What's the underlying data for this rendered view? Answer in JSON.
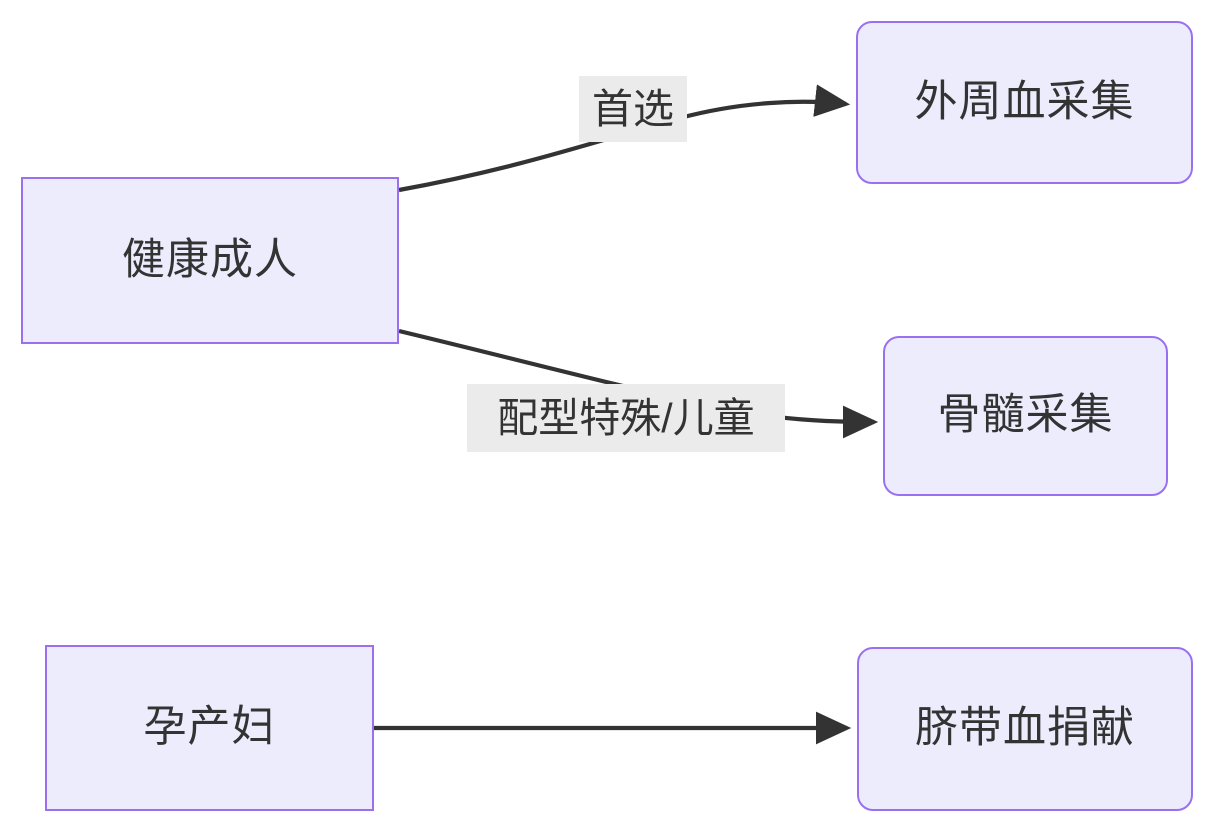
{
  "diagram": {
    "type": "flowchart",
    "direction": "left-to-right",
    "background_color": "#ffffff",
    "node_fill_color": "#ececfd",
    "node_border_color": "#9a70f0",
    "edge_color": "#333333",
    "edge_label_background": "#ebebeb",
    "text_color": "#333333",
    "nodes": [
      {
        "id": "healthy-adult",
        "label": "健康成人",
        "shape": "rectangle"
      },
      {
        "id": "peripheral-blood-collection",
        "label": "外周血采集",
        "shape": "rounded-rectangle"
      },
      {
        "id": "bone-marrow-collection",
        "label": "骨髓采集",
        "shape": "rounded-rectangle"
      },
      {
        "id": "pregnant-woman",
        "label": "孕产妇",
        "shape": "rectangle"
      },
      {
        "id": "cord-blood-donation",
        "label": "脐带血捐献",
        "shape": "rounded-rectangle"
      }
    ],
    "edges": [
      {
        "id": "edge-1",
        "from": "healthy-adult",
        "to": "peripheral-blood-collection",
        "label": "首选",
        "style": "curved",
        "arrow": "arrowhead"
      },
      {
        "id": "edge-2",
        "from": "healthy-adult",
        "to": "bone-marrow-collection",
        "label": "配型特殊/儿童",
        "style": "curved",
        "arrow": "arrowhead"
      },
      {
        "id": "edge-3",
        "from": "pregnant-woman",
        "to": "cord-blood-donation",
        "label": "",
        "style": "straight",
        "arrow": "arrowhead"
      }
    ]
  }
}
